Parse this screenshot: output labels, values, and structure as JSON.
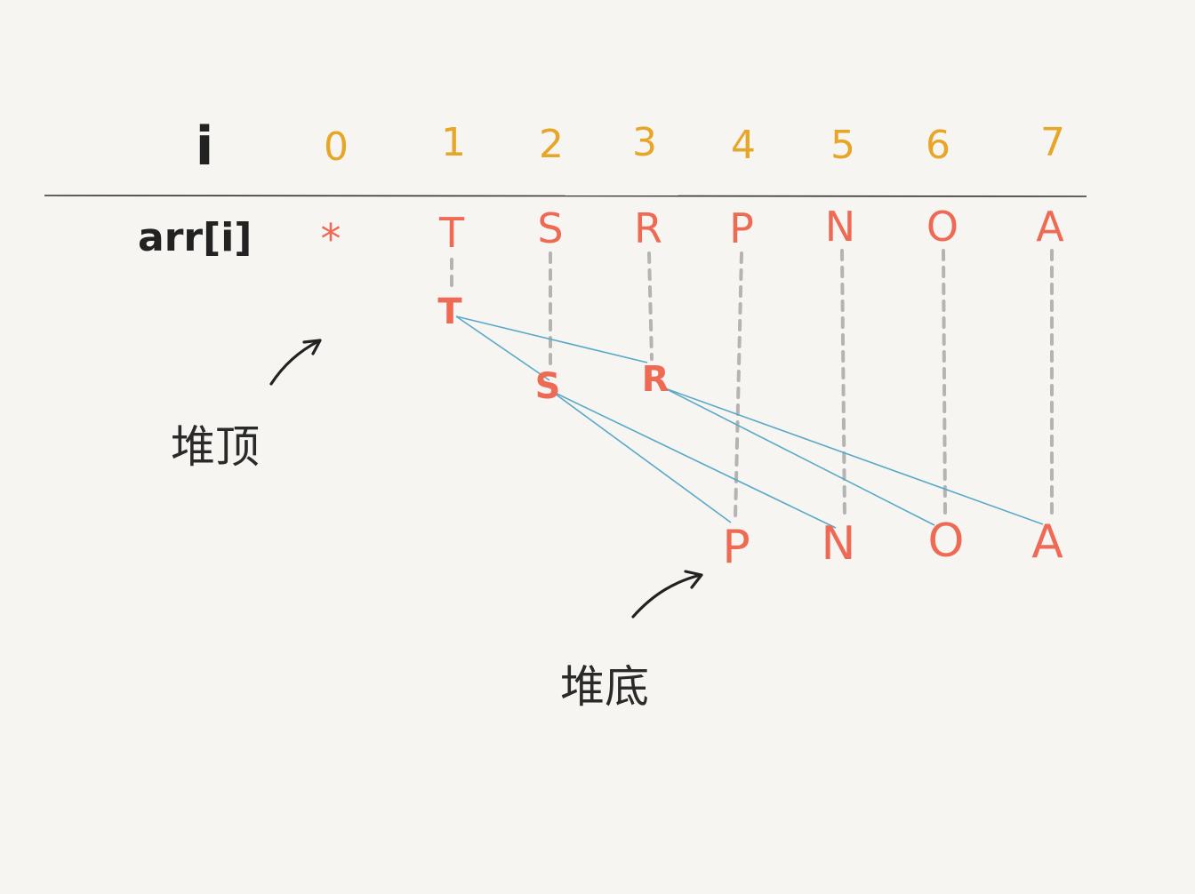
{
  "header": {
    "index_label": "i",
    "array_label": "arr[i]"
  },
  "indices": [
    "0",
    "1",
    "2",
    "3",
    "4",
    "5",
    "6",
    "7"
  ],
  "array_values": [
    "*",
    "T",
    "S",
    "R",
    "P",
    "N",
    "O",
    "A"
  ],
  "heap": {
    "top_node": "T",
    "level1": [
      "S",
      "R"
    ],
    "bottom_nodes": [
      "P",
      "N",
      "O",
      "A"
    ]
  },
  "annotations": {
    "heap_top": "堆顶",
    "heap_bottom": "堆底"
  },
  "colors": {
    "background": "#f6f5f1",
    "index": "#e8a628",
    "value": "#ee6a55",
    "edge": "#5aa9c8",
    "guide": "#b4b4b4",
    "ink": "#222222"
  }
}
